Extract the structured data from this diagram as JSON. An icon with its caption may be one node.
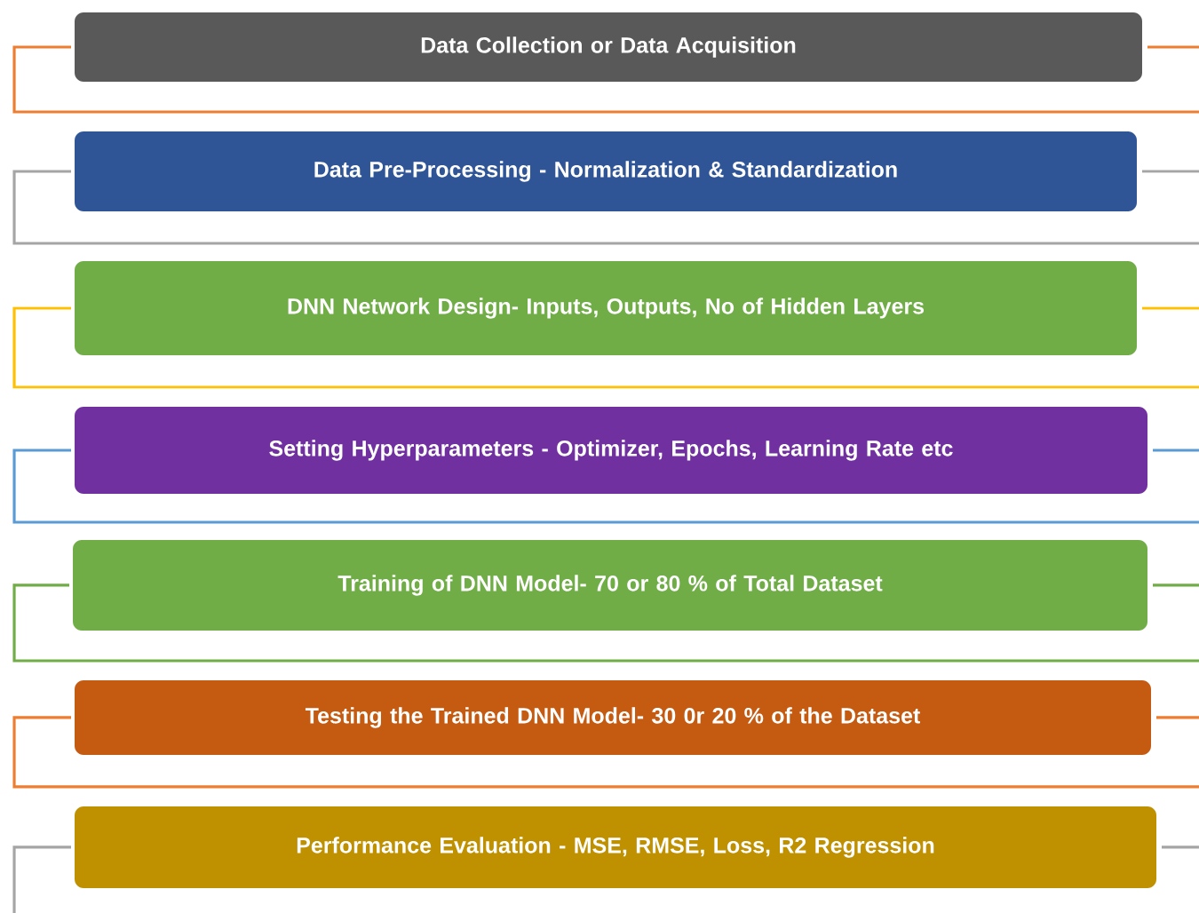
{
  "diagram": {
    "nodes": [
      {
        "text": [
          "Data Collection or Data Acquisition"
        ]
      },
      {
        "text": [
          "Data Pre-Processing - Normalization & Standardization"
        ]
      },
      {
        "text": [
          "DNN Network Design- Inputs, Outputs, No of Hidden Layers"
        ]
      },
      {
        "text": [
          "Setting Hyperparameters - Optimizer, Epochs, Learning Rate etc"
        ]
      },
      {
        "text": [
          "Training of DNN Model- 70 or 80 %  of Total Dataset"
        ]
      },
      {
        "text": [
          "Testing the Trained DNN Model- 30 0r 20 % of the Dataset"
        ]
      },
      {
        "text": [
          "Performance Evaluation - MSE, RMSE, Loss, R2 Regression"
        ]
      }
    ]
  }
}
